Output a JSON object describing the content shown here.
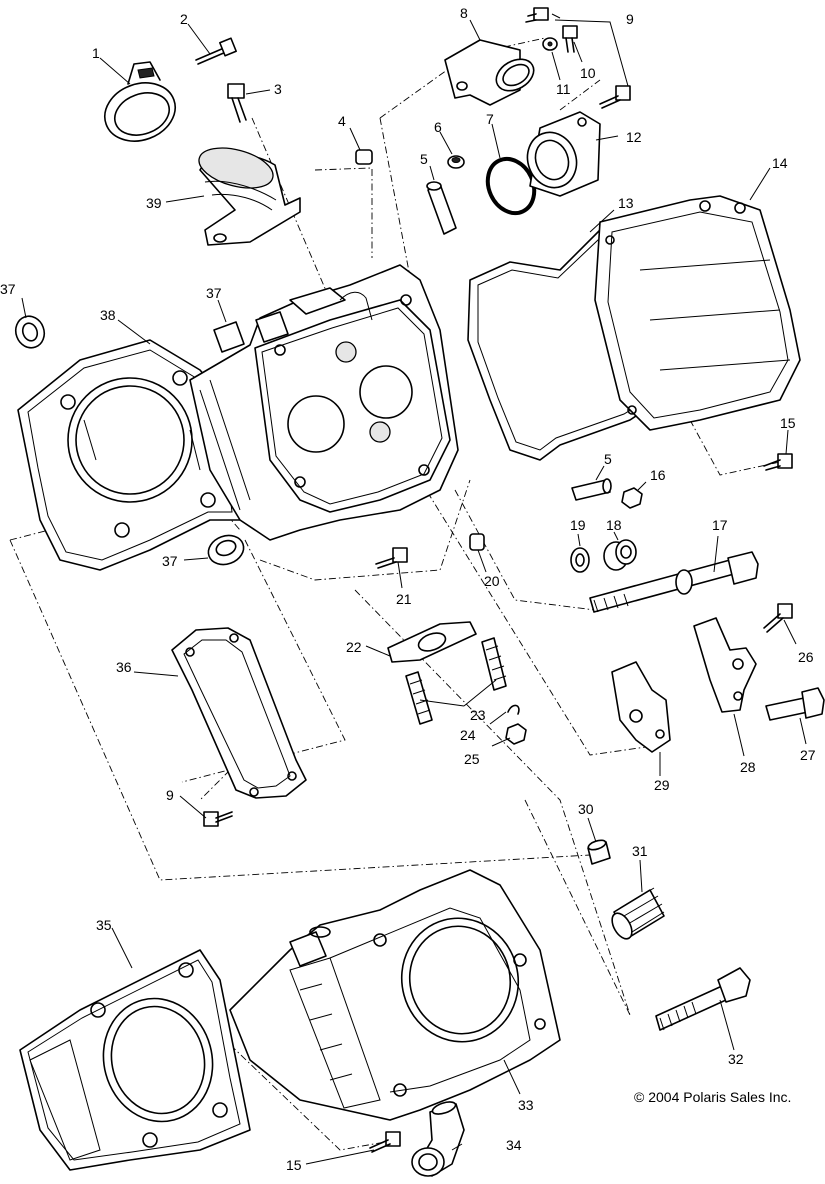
{
  "callouts": {
    "c1": "1",
    "c2": "2",
    "c3": "3",
    "c4": "4",
    "c5a": "5",
    "c5b": "5",
    "c6": "6",
    "c7": "7",
    "c8": "8",
    "c9a": "9",
    "c9b": "9",
    "c10": "10",
    "c11": "11",
    "c12": "12",
    "c13": "13",
    "c14": "14",
    "c15a": "15",
    "c15b": "15",
    "c16": "16",
    "c17": "17",
    "c18": "18",
    "c19": "19",
    "c20": "20",
    "c21": "21",
    "c22": "22",
    "c23": "23",
    "c24": "24",
    "c25": "25",
    "c26": "26",
    "c27": "27",
    "c28": "28",
    "c29": "29",
    "c30": "30",
    "c31": "31",
    "c32": "32",
    "c33": "33",
    "c34": "34",
    "c35": "35",
    "c36": "36",
    "c37a": "37",
    "c37b": "37",
    "c37c": "37",
    "c38": "38",
    "c39": "39"
  },
  "copyright": "© 2004 Polaris Sales Inc."
}
